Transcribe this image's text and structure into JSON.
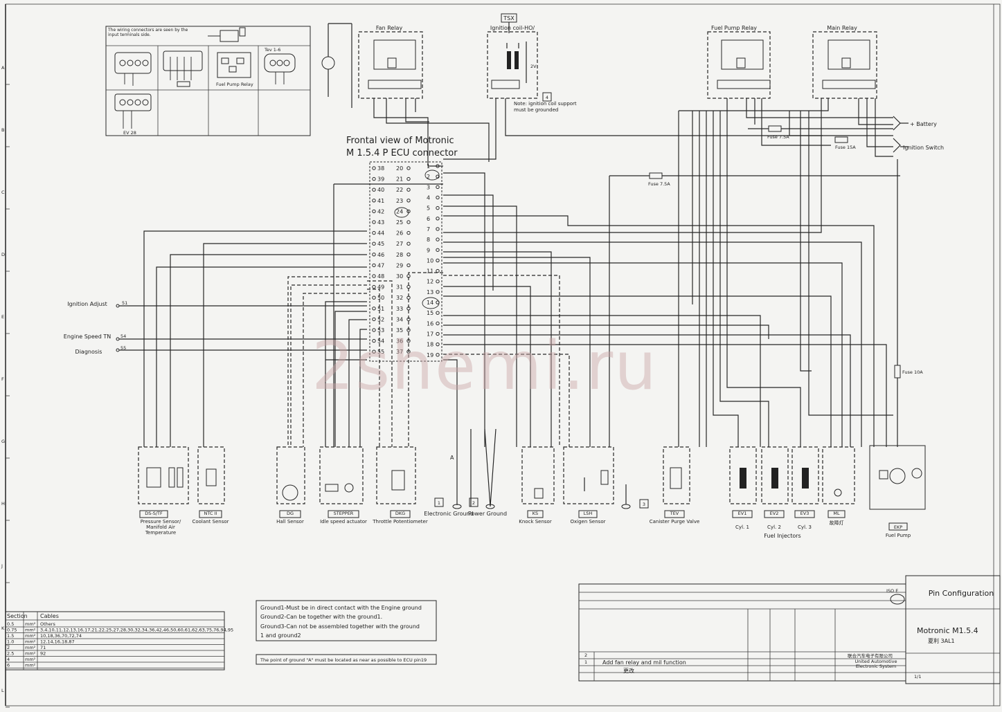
{
  "page_marks": {
    "top_box": "TSX",
    "left_border_letters": [
      "A",
      "B",
      "C",
      "D",
      "E",
      "F",
      "G",
      "H",
      "J",
      "K",
      "L"
    ]
  },
  "connector_legend": {
    "note": "The wiring connectors are seen by the input terminals side.",
    "items": [
      "Fuel Pump Relay",
      "Tev 1-6",
      "EV 28"
    ]
  },
  "relays": {
    "fan": "Fan Relay",
    "ignition": "Ignition coil-HO/",
    "fuel_pump": "Fuel Pump Relay",
    "main": "Main Relay"
  },
  "ignition_note": "Note: ignition coil support must be grounded",
  "ignition_note_num": "4",
  "ignition_voltage": "2V",
  "ecu": {
    "title_line1": "Frontal view of Motronic",
    "title_line2": "M 1.5.4 P ECU  connector",
    "col_a": [
      "38",
      "39",
      "40",
      "41",
      "42",
      "43",
      "44",
      "45",
      "46",
      "47",
      "48",
      "49",
      "50",
      "51",
      "52",
      "53",
      "54",
      "55"
    ],
    "col_b": [
      "20",
      "21",
      "22",
      "23",
      "24",
      "25",
      "26",
      "27",
      "28",
      "29",
      "30",
      "31",
      "32",
      "33",
      "34",
      "35",
      "36",
      "37"
    ],
    "col_c": [
      "1",
      "2",
      "3",
      "4",
      "5",
      "6",
      "7",
      "8",
      "9",
      "10",
      "11",
      "12",
      "13",
      "14",
      "15",
      "16",
      "17",
      "18",
      "19"
    ]
  },
  "left_inputs": [
    {
      "label": "Ignition Adjust",
      "pin": "51"
    },
    {
      "label": "Engine Speed TN",
      "pin": "54"
    },
    {
      "label": "Diagnosis",
      "pin": "55"
    }
  ],
  "supply": {
    "battery": "+ Battery",
    "ignition_switch": "Ignition Switch",
    "fuse_1": "Fuse 7.5A",
    "fuse_2": "Fuse 15A",
    "fuse_3": "Fuse 7.5A",
    "fuse_pump": "Fuse 10A"
  },
  "components": [
    {
      "tag": "DS-S/TF",
      "desc": "Pressure Sensor/ Manifold Air Temperature"
    },
    {
      "tag": "NTC II",
      "desc": "Coolant Sensor"
    },
    {
      "tag": "DG",
      "desc": "Hall Sensor"
    },
    {
      "tag": "STEPPER",
      "desc": "Idle speed actuator"
    },
    {
      "tag": "DKG",
      "desc": "Throttle Potentiometer"
    },
    {
      "tag": "KS",
      "desc": "Knock Sensor"
    },
    {
      "tag": "LSH",
      "desc": "Oxigen Sensor"
    },
    {
      "tag": "TEV",
      "desc": "Canister Purge Valve"
    },
    {
      "tag": "EV1",
      "desc": "Cyl. 1"
    },
    {
      "tag": "EV2",
      "desc": "Cyl. 2"
    },
    {
      "tag": "EV3",
      "desc": "Cyl. 3"
    },
    {
      "tag": "ML",
      "desc": "故障灯"
    },
    {
      "tag": "EKP",
      "desc": "Fuel Pump"
    }
  ],
  "fuel_injectors": "Fuel Injectors",
  "grounds": {
    "g1_num": "1",
    "g1_label": "Electronic Ground",
    "g2_num": "2",
    "g2_label": "Power Ground",
    "g3_num": "3",
    "point_a": "A"
  },
  "section_table": {
    "headers": [
      "Section",
      "Cables"
    ],
    "rows": [
      {
        "section": "0.5",
        "unit": "mm²",
        "cables": "Others"
      },
      {
        "section": "0.75",
        "unit": "mm²",
        "cables": "3,4,10,11,12,13,16,17,21,22,25,27,28,30,32,34,36,42,46,50,60,61,62,63,75,76,94,95"
      },
      {
        "section": "1.5",
        "unit": "mm²",
        "cables": "10,18,36,70,72,74"
      },
      {
        "section": "1.0",
        "unit": "mm²",
        "cables": "12,14,16,18,87"
      },
      {
        "section": "2",
        "unit": "mm²",
        "cables": "71"
      },
      {
        "section": "2.5",
        "unit": "mm²",
        "cables": "92"
      },
      {
        "section": "4",
        "unit": "mm²",
        "cables": ""
      },
      {
        "section": "6",
        "unit": "mm²",
        "cables": ""
      }
    ]
  },
  "ground_notes": [
    "Ground1-Must be in direct contact with the Engine ground",
    "Ground2-Can be together with the ground1.",
    "Ground3-Can not be assembled together with the ground",
    "1 and ground2"
  ],
  "point_a_note": "The point of ground \"A\" must be located as near as possible to ECU pin19",
  "title_block": {
    "pin_configuration": "Pin Configuration",
    "std": "ISO E",
    "product": "Motronic M1.5.4",
    "product_cn": "夏利 3AL1",
    "revision_text": "Add fan relay and mil function",
    "company": "United Automotive Electronic System",
    "company_cn": "联合汽车电子有限公司",
    "rev_1": "1",
    "rev_2": "2",
    "sign_cn": "更改",
    "sheet": "1/1"
  },
  "watermark": "2shemi.ru"
}
